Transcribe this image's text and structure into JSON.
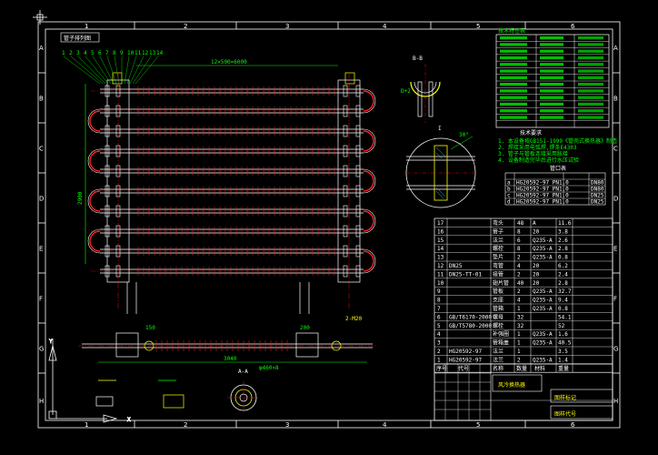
{
  "colors": {
    "background": "#000000",
    "frame": "#ffffff",
    "pipe": "#ffffff",
    "fin": "#ff2020",
    "dimension": "#00ff00",
    "centerline": "#ff0000",
    "annotation": "#ffff00",
    "hatch": "#00ffff",
    "cursor": "#ffffff"
  },
  "zones": {
    "top": [
      "1",
      "2",
      "3",
      "4",
      "5",
      "6"
    ],
    "bottom": [
      "1",
      "2",
      "3",
      "4",
      "5",
      "6"
    ],
    "left": [
      "A",
      "B",
      "C",
      "D",
      "E",
      "F",
      "G",
      "H"
    ],
    "right": [
      "A",
      "B",
      "C",
      "D",
      "E",
      "F",
      "G",
      "H"
    ]
  },
  "main_view": {
    "title": "管子排列图",
    "length_dim": "12×500=6000",
    "height_dim": "2900",
    "pipe_rows": 10,
    "balloons": [
      "1",
      "2",
      "3",
      "4",
      "5",
      "6",
      "7",
      "8",
      "9",
      "10",
      "11",
      "12",
      "13",
      "14"
    ]
  },
  "section_views": {
    "bb_label": "B-B",
    "detail_label": "I",
    "detail_dim": "D+2",
    "aa_label": "A-A",
    "aa_note": "φ460×8",
    "ab_label": "2-M20"
  },
  "bottom_view": {
    "length_dim": "3040",
    "dim_a": "150",
    "dim_b": "200"
  },
  "tech_table": {
    "header": "技术特性表",
    "rows": 14
  },
  "notes": {
    "title": "技术要求",
    "lines": [
      "1. 本设备按GB151-1999《管壳式换热器》制造",
      "2. 焊接采用电弧焊,焊条E4303",
      "3. 管子与管板连接采用胀接",
      "4. 设备制造完毕后进行水压试验"
    ]
  },
  "nozzle_table": {
    "title": "管口表",
    "rows": [
      {
        "id": "a",
        "spec": "HG20592-97 PN1.0",
        "dn": "DN80"
      },
      {
        "id": "b",
        "spec": "HG20592-97 PN1.0",
        "dn": "DN80"
      },
      {
        "id": "c",
        "spec": "HG20592-97 PN1.0",
        "dn": "DN25"
      },
      {
        "id": "d",
        "spec": "HG20592-97 PN1.0",
        "dn": "DN25"
      }
    ]
  },
  "bom": {
    "rows": [
      {
        "no": "17",
        "code": "",
        "name": "弯头",
        "qty": "48",
        "mat": "A",
        "w": "11.6"
      },
      {
        "no": "16",
        "code": "",
        "name": "管子",
        "qty": "8",
        "mat": "20",
        "w": "3.8"
      },
      {
        "no": "15",
        "code": "",
        "name": "法兰",
        "qty": "6",
        "mat": "Q235-A",
        "w": "2.6"
      },
      {
        "no": "14",
        "code": "",
        "name": "螺栓",
        "qty": "8",
        "mat": "Q235-A",
        "w": "2.8"
      },
      {
        "no": "13",
        "code": "",
        "name": "垫片",
        "qty": "2",
        "mat": "Q235-A",
        "w": "0.8"
      },
      {
        "no": "12",
        "code": "DN25",
        "name": "弯管",
        "qty": "4",
        "mat": "20",
        "w": "6.2"
      },
      {
        "no": "11",
        "code": "DN25-TT-01",
        "name": "接管",
        "qty": "2",
        "mat": "20",
        "w": "2.4"
      },
      {
        "no": "10",
        "code": "",
        "name": "翅片管",
        "qty": "40",
        "mat": "20",
        "w": "2.8"
      },
      {
        "no": "9",
        "code": "",
        "name": "管板",
        "qty": "2",
        "mat": "Q235-A",
        "w": "32.7"
      },
      {
        "no": "8",
        "code": "",
        "name": "支座",
        "qty": "4",
        "mat": "Q235-A",
        "w": "9.4"
      },
      {
        "no": "7",
        "code": "",
        "name": "管箱",
        "qty": "1",
        "mat": "Q235-A",
        "w": "0.8"
      },
      {
        "no": "6",
        "code": "GB/T6170-2000",
        "name": "螺母",
        "qty": "32",
        "mat": "",
        "w": "54.1"
      },
      {
        "no": "5",
        "code": "GB/T5780-2000",
        "name": "螺栓",
        "qty": "32",
        "mat": "",
        "w": "52"
      },
      {
        "no": "4",
        "code": "",
        "name": "补强圈",
        "qty": "1",
        "mat": "Q235-A",
        "w": "1.6"
      },
      {
        "no": "3",
        "code": "",
        "name": "管箱盖",
        "qty": "1",
        "mat": "Q235-A",
        "w": "40.5"
      },
      {
        "no": "2",
        "code": "HG20592-97",
        "name": "法兰",
        "qty": "1",
        "mat": "",
        "w": "3.5"
      },
      {
        "no": "1",
        "code": "HG20592-97",
        "name": "法兰",
        "qty": "2",
        "mat": "Q235-A",
        "w": "1.4"
      }
    ],
    "header": {
      "no": "序号",
      "code": "代号",
      "name": "名称",
      "qty": "数量",
      "mat": "材料",
      "w": "重量"
    }
  },
  "title_block": {
    "main_title": "风冷换热器",
    "company": "",
    "sheet": "图样标记",
    "sheet2": "图样代号"
  },
  "ucs_icon": {
    "x_label": "X",
    "y_label": "Y"
  }
}
